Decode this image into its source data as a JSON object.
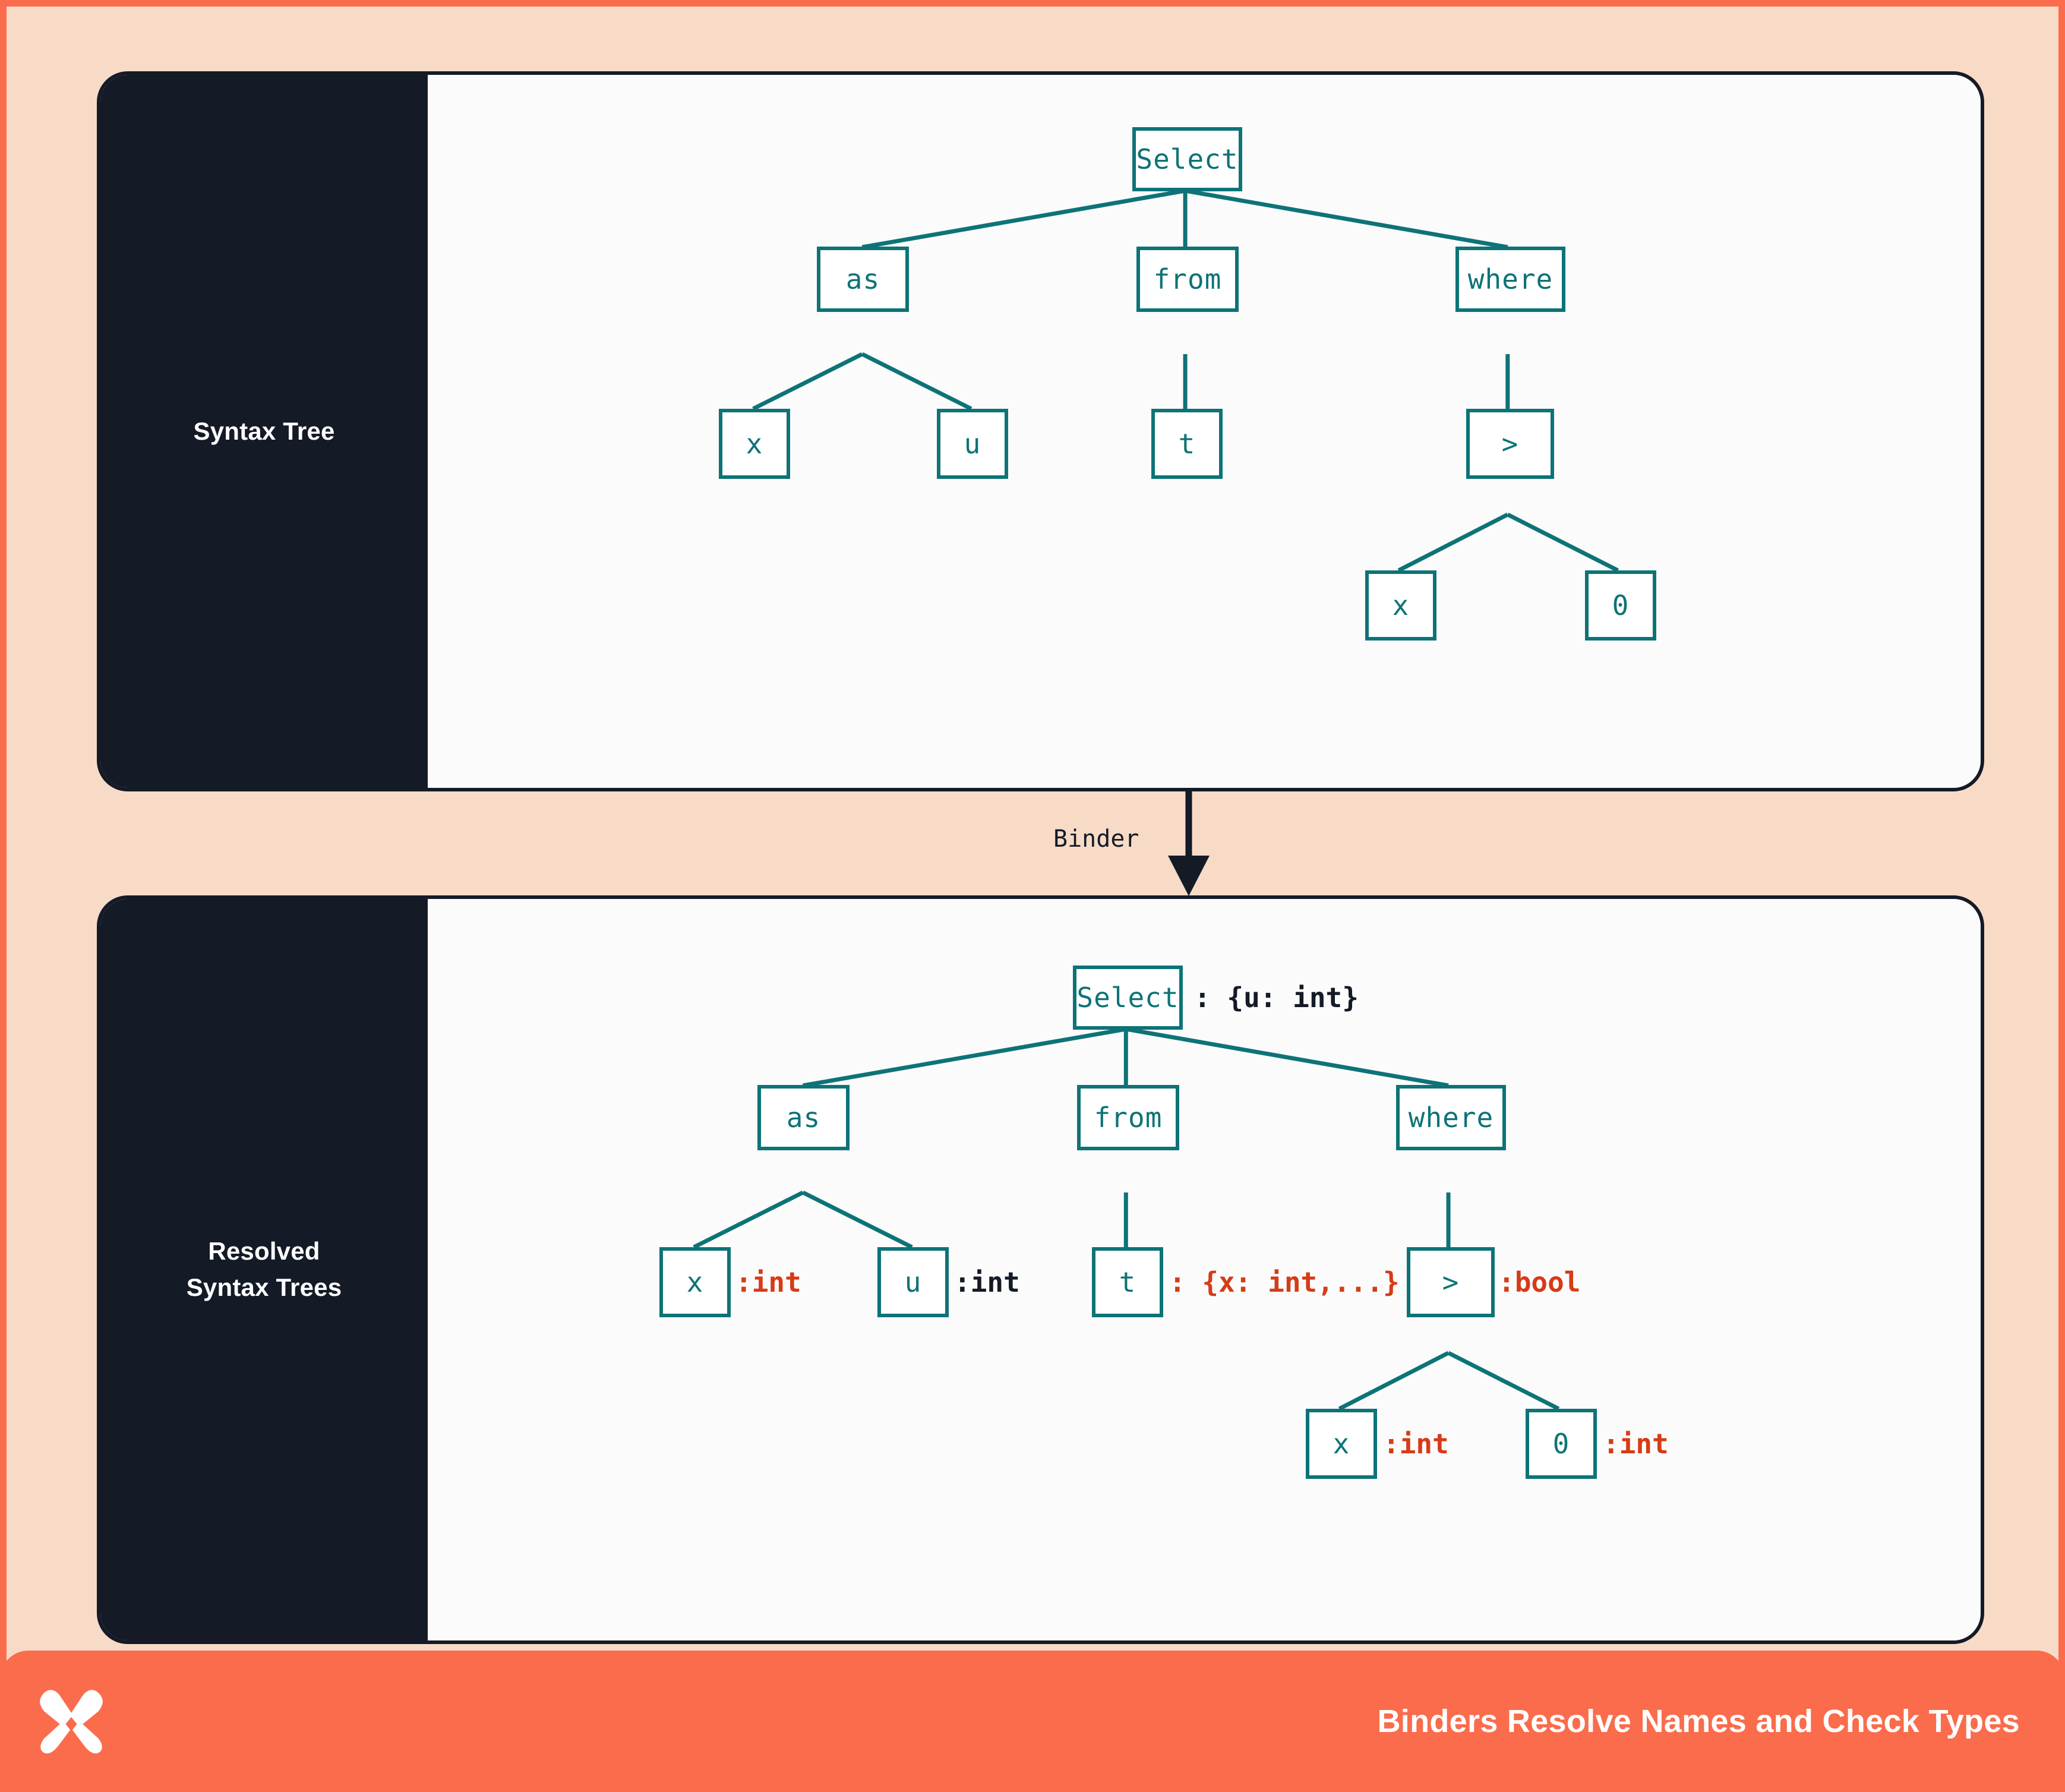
{
  "palette": {
    "outer_border": "#FA6C4C",
    "background": "#F7DBC7",
    "panel_border": "#141A26",
    "panel_sidebar": "#141A26",
    "canvas": "#FBFBFB",
    "node_stroke": "#0D7377",
    "node_text": "#0D7377",
    "annotation_red": "#D63B17",
    "annotation_dark": "#141A26",
    "footer": "#FA6C4C",
    "footer_text": "#FFFFFF"
  },
  "panels": [
    {
      "id": "syntax-tree",
      "sidebar_label": "Syntax Tree",
      "nodes": [
        {
          "id": "select",
          "label": "Select"
        },
        {
          "id": "as",
          "label": "as"
        },
        {
          "id": "from",
          "label": "from"
        },
        {
          "id": "where",
          "label": "where"
        },
        {
          "id": "x1",
          "label": "x"
        },
        {
          "id": "u",
          "label": "u"
        },
        {
          "id": "t",
          "label": "t"
        },
        {
          "id": "gt",
          "label": ">"
        },
        {
          "id": "x2",
          "label": "x"
        },
        {
          "id": "zero",
          "label": "0"
        }
      ]
    },
    {
      "id": "resolved-syntax-trees",
      "sidebar_label": "Resolved\nSyntax Trees",
      "nodes": [
        {
          "id": "select",
          "label": "Select",
          "annotation": ": {u: int}",
          "annotation_color": "dark"
        },
        {
          "id": "as",
          "label": "as",
          "annotation": "",
          "annotation_color": ""
        },
        {
          "id": "from",
          "label": "from",
          "annotation": "",
          "annotation_color": ""
        },
        {
          "id": "where",
          "label": "where",
          "annotation": "",
          "annotation_color": ""
        },
        {
          "id": "x1",
          "label": "x",
          "annotation": ":int",
          "annotation_color": "red"
        },
        {
          "id": "u",
          "label": "u",
          "annotation": ":int",
          "annotation_color": "dark"
        },
        {
          "id": "t",
          "label": "t",
          "annotation": ": {x: int,...}",
          "annotation_color": "red"
        },
        {
          "id": "gt",
          "label": ">",
          "annotation": ":bool",
          "annotation_color": "red"
        },
        {
          "id": "x2",
          "label": "x",
          "annotation": ":int",
          "annotation_color": "red"
        },
        {
          "id": "zero",
          "label": "0",
          "annotation": ":int",
          "annotation_color": "red"
        }
      ]
    }
  ],
  "binder": {
    "label": "Binder"
  },
  "footer": {
    "logo_name": "butterfly-logo",
    "caption": "Binders Resolve Names and Check Types"
  }
}
